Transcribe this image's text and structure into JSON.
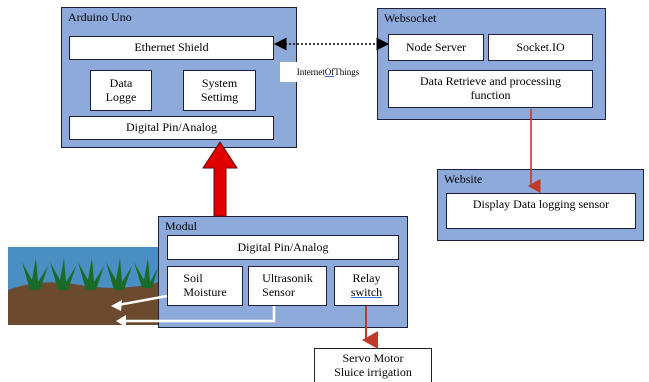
{
  "arduino": {
    "title": "Arduino Uno",
    "ethernet": "Ethernet Shield",
    "data_logger_line1": "Data",
    "data_logger_line2": "Logge",
    "system_setting_line1": "System",
    "system_setting_line2": "Settimg",
    "digital_pin": "Digital Pin/Analog"
  },
  "websocket": {
    "title": "Websocket",
    "node_server": "Node Server",
    "socket_io": "Socket.IO",
    "processing_line1": "Data Retrieve and processing",
    "processing_line2": "function"
  },
  "iot_label": {
    "part1": "Internet ",
    "part2": "Of",
    "part3": " Things"
  },
  "website": {
    "title": "Website",
    "display": "Display Data logging sensor"
  },
  "modul": {
    "title": "Modul",
    "digital_pin": "Digital Pin/Analog",
    "soil_line1": "Soil",
    "soil_line2": "Moisture",
    "ultrasonic_line1": "Ultrasonik",
    "ultrasonic_line2": "Sensor",
    "relay_line1": "Relay",
    "relay_line2": "switch"
  },
  "servo": {
    "line1": "Servo Motor",
    "line2": "Sluice irrigation"
  },
  "colors": {
    "panel_fill": "#8eaadb",
    "red_arrow": "#e00000",
    "dark_red_arrow": "#c0392b",
    "soil": "#6b4a2e",
    "plant": "#1a6b2a",
    "sky": "#4a8fc4"
  }
}
